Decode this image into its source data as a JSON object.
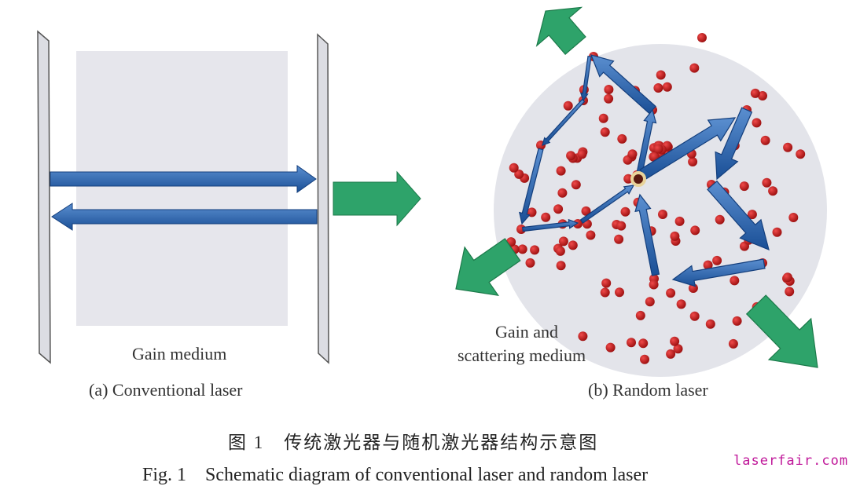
{
  "panel_a": {
    "medium_label": "Gain medium",
    "caption": "(a) Conventional laser"
  },
  "panel_b": {
    "medium_label_line1": "Gain and",
    "medium_label_line2": "scattering medium",
    "caption": "(b) Random laser"
  },
  "figure_caption": {
    "chinese": "图 1　传统激光器与随机激光器结构示意图",
    "english": "Fig. 1　Schematic diagram of conventional laser and random laser"
  },
  "watermark": "laserfair.com",
  "colors": {
    "beam_arrow": "#1f5aa6",
    "output_arrow": "#2ea36a",
    "scatterer": "#c81e1e",
    "medium": "#e3e4ea"
  }
}
